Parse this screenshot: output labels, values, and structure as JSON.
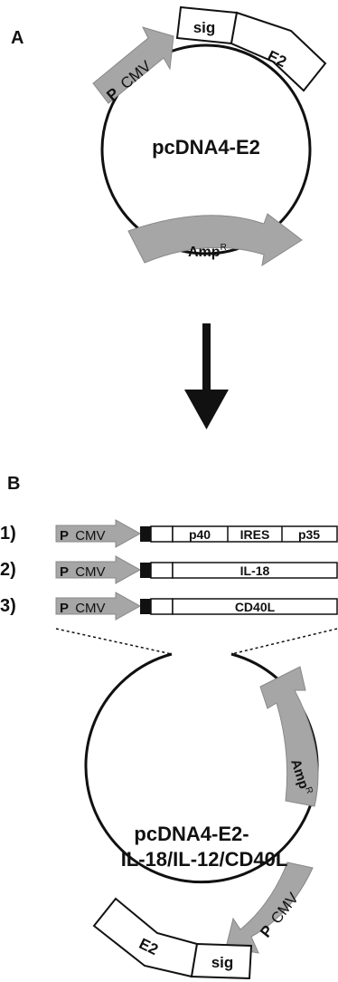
{
  "panel_a": {
    "letter": "A",
    "plasmid_name": "pcDNA4-E2",
    "promoter_p": "P",
    "promoter_cmv": "CMV",
    "sig_label": "sig",
    "e2_label": "E2",
    "amp_base": "Amp",
    "amp_sup": "R"
  },
  "panel_b": {
    "letter": "B",
    "constructs": [
      {
        "number": "1)",
        "promoter_p": "P",
        "promoter_cmv": "CMV",
        "segments": [
          "p40",
          "IRES",
          "p35"
        ]
      },
      {
        "number": "2)",
        "promoter_p": "P",
        "promoter_cmv": "CMV",
        "segments": [
          "IL-18"
        ]
      },
      {
        "number": "3)",
        "promoter_p": "P",
        "promoter_cmv": "CMV",
        "segments": [
          "CD40L"
        ]
      }
    ],
    "plasmid_name_line1": "pcDNA4-E2-",
    "plasmid_name_line2": "IL-18/IL-12/CD40L",
    "amp_base": "Amp",
    "amp_sup": "R",
    "promoter_p": "P",
    "promoter_cmv": "CMV",
    "e2_label": "E2",
    "sig_label": "sig"
  },
  "colors": {
    "arrow_fill": "#a6a6a6",
    "line": "#111111",
    "box_fill": "#ffffff",
    "signal_block": "#111111"
  }
}
